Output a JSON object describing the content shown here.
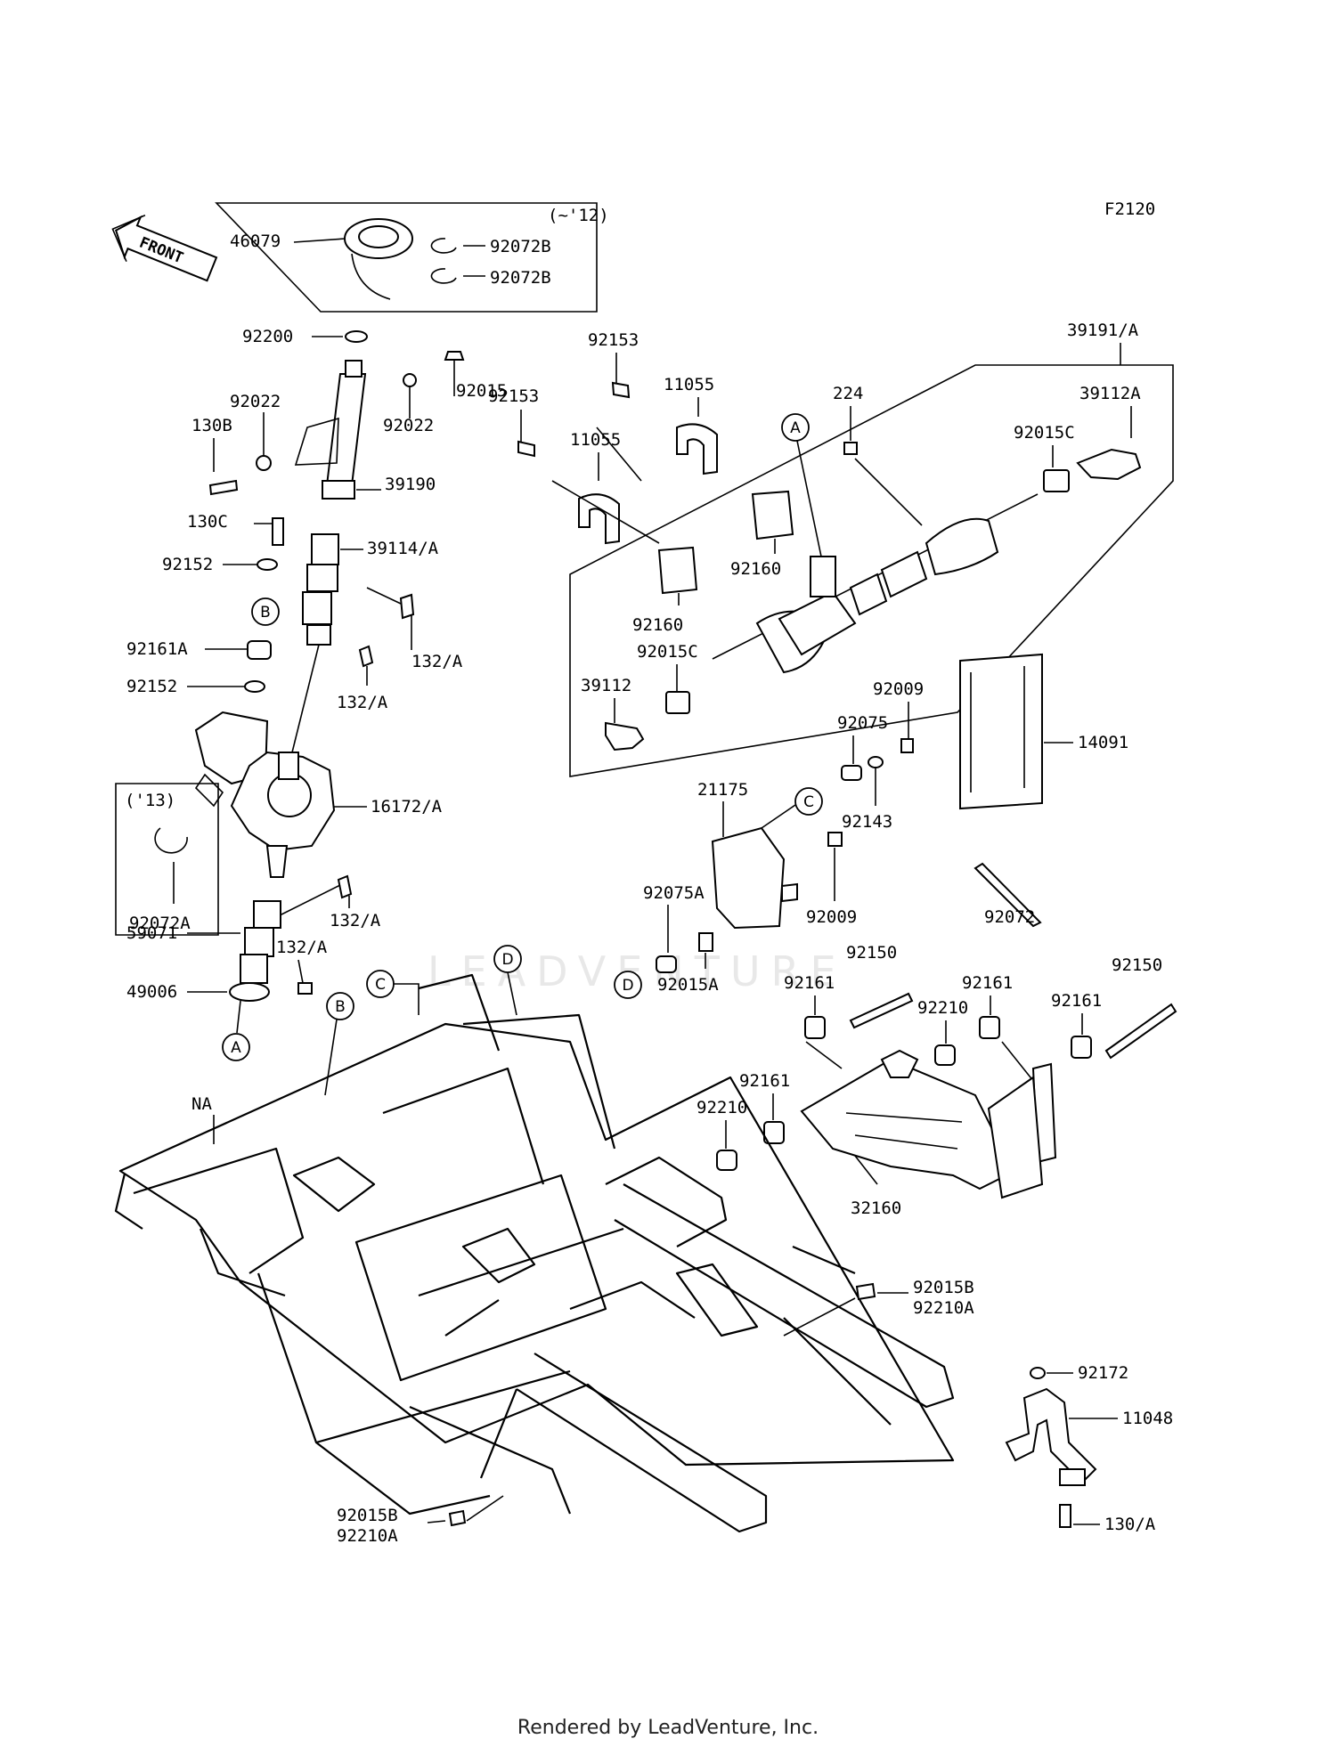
{
  "figure_code": "F2120",
  "front_label": "FRONT",
  "watermark": "LEADVENTURE",
  "footer": "Rendered by LeadVenture, Inc.",
  "ref_circles": [
    "A",
    "A",
    "B",
    "B",
    "C",
    "C",
    "D",
    "D"
  ],
  "year_notes": {
    "until_12": "(~'12)",
    "from_13": "('13)"
  },
  "labels": {
    "p46079": "46079",
    "p92072B_1": "92072B",
    "p92072B_2": "92072B",
    "p92200": "92200",
    "p92022_a": "92022",
    "p92015": "92015",
    "p130B": "130B",
    "p92022_b": "92022",
    "p39190": "39190",
    "p130C": "130C",
    "p39114A": "39114/A",
    "p92152_a": "92152",
    "p92161A": "92161A",
    "p92152_b": "92152",
    "p132A_1": "132/A",
    "p132A_2": "132/A",
    "p16172A": "16172/A",
    "p92072A": "92072A",
    "p132A_3": "132/A",
    "p59071": "59071",
    "p132A_4": "132/A",
    "p49006": "49006",
    "pNA": "NA",
    "p92153_a": "92153",
    "p92153_b": "92153",
    "p11055_a": "11055",
    "p11055_b": "11055",
    "p224": "224",
    "p39191A": "39191/A",
    "p39112A": "39112A",
    "p92015C_a": "92015C",
    "p92160_a": "92160",
    "p92160_b": "92160",
    "p92015C_b": "92015C",
    "p39112": "39112",
    "p92009_a": "92009",
    "p92075": "92075",
    "p92143": "92143",
    "p21175": "21175",
    "p14091": "14091",
    "p92009_b": "92009",
    "p92075A": "92075A",
    "p92015A": "92015A",
    "p92072": "92072",
    "p92150_a": "92150",
    "p92150_b": "92150",
    "p92161_a": "92161",
    "p92161_b": "92161",
    "p92161_c": "92161",
    "p92161_d": "92161",
    "p92210_a": "92210",
    "p92210_b": "92210",
    "p32160": "32160",
    "p92015B_a": "92015B",
    "p92210A_a": "92210A",
    "p92172": "92172",
    "p11048": "11048",
    "p130A": "130/A",
    "p92015B_b": "92015B",
    "p92210A_b": "92210A"
  }
}
